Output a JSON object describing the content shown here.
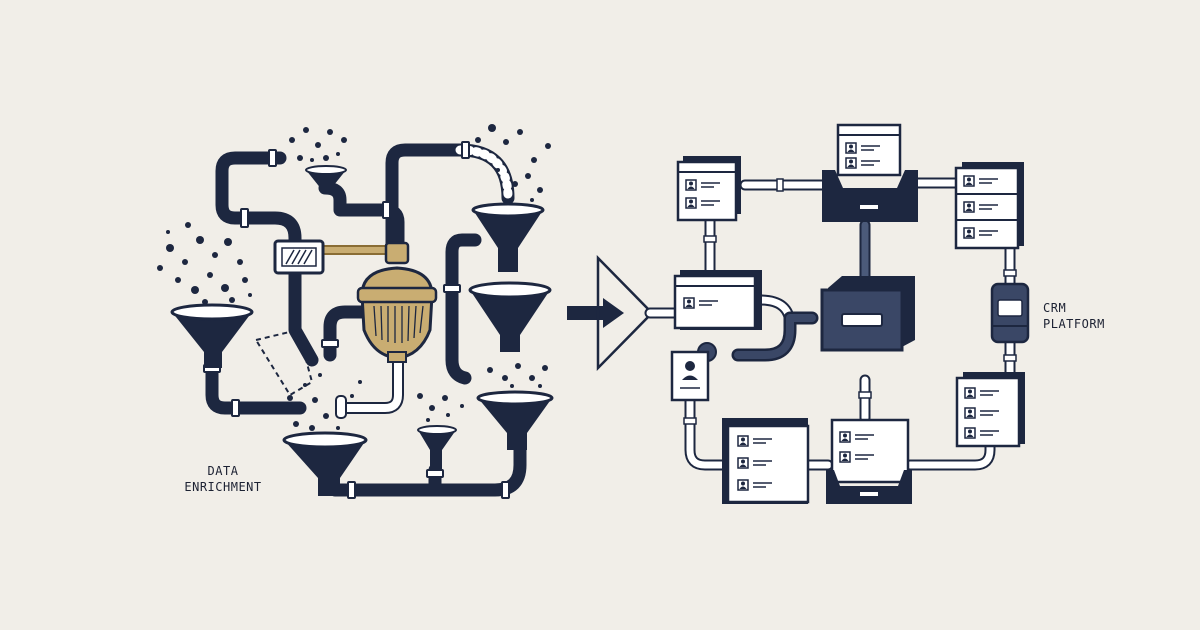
{
  "labels": {
    "left": [
      "DATA",
      "ENRICHMENT"
    ],
    "right": [
      "CRM",
      "PLATFORM"
    ]
  },
  "colors": {
    "background": "#f1eee8",
    "navy": "#1d2740",
    "slate": "#3a4766",
    "mid": "#4b5a7a",
    "gold": "#c9ad72",
    "gold_dark": "#8a6d34",
    "white": "#ffffff",
    "light": "#d9dbe0"
  },
  "icons": {
    "left_side": [
      "funnel-icon",
      "pipe-icon",
      "filter-icon",
      "data-dot-icon"
    ],
    "right_side": [
      "record-card-icon",
      "inbox-tray-icon",
      "database-icon",
      "arrow-icon"
    ]
  }
}
